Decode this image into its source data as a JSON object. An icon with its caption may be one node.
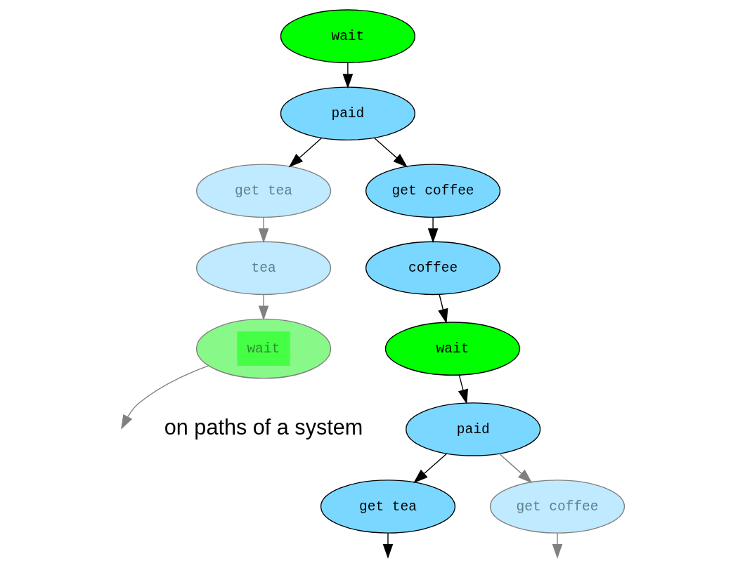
{
  "diagram": {
    "nodes": [
      {
        "text": [
          "wait"
        ]
      },
      {
        "text": [
          "paid"
        ]
      },
      {
        "text": [
          "get tea"
        ]
      },
      {
        "text": [
          "get coffee"
        ]
      },
      {
        "text": [
          "tea"
        ]
      },
      {
        "text": [
          "coffee"
        ]
      },
      {
        "text": [
          "wait"
        ]
      },
      {
        "text": [
          "wait"
        ]
      },
      {
        "text": [
          "paid"
        ]
      },
      {
        "text": [
          "get tea"
        ]
      },
      {
        "text": [
          "get coffee"
        ]
      }
    ],
    "edges": [
      {
        "from": 0,
        "to": 1,
        "arrow": "to"
      },
      {
        "from": 1,
        "to": 2,
        "arrow": "to"
      },
      {
        "from": 1,
        "to": 3,
        "arrow": "to"
      },
      {
        "from": 2,
        "to": 4,
        "arrow": "to",
        "color": "#808080"
      },
      {
        "from": 3,
        "to": 5,
        "arrow": "to"
      },
      {
        "from": 4,
        "to": 6,
        "arrow": "to",
        "color": "#808080"
      },
      {
        "from": 5,
        "to": 7,
        "arrow": "to"
      },
      {
        "from": 6,
        "to": null,
        "arrow": "to",
        "color": "#808080"
      },
      {
        "from": 7,
        "to": 8,
        "arrow": "to"
      },
      {
        "from": 8,
        "to": 9,
        "arrow": "to"
      },
      {
        "from": 8,
        "to": 10,
        "arrow": "to",
        "color": "#808080"
      },
      {
        "from": 9,
        "to": null,
        "arrow": "to"
      },
      {
        "from": 10,
        "to": null,
        "arrow": "to",
        "color": "#808080"
      }
    ],
    "labels": [
      "on paths of a system"
    ]
  }
}
